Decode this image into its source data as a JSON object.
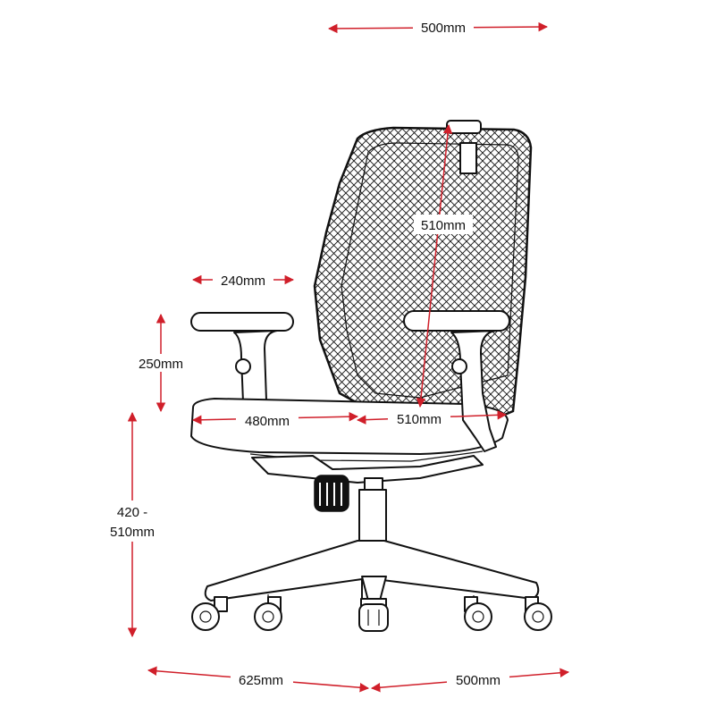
{
  "diagram": {
    "colors": {
      "dimension": "#d01f2a",
      "outline": "#111111",
      "background": "#ffffff"
    },
    "dimensions": {
      "back_width": "500mm",
      "back_height": "510mm",
      "arm_width": "240mm",
      "arm_height": "250mm",
      "seat_width": "480mm",
      "seat_depth": "510mm",
      "seat_height_line1": "420 -",
      "seat_height_line2": "510mm",
      "base_depth": "625mm",
      "base_width": "500mm"
    }
  }
}
